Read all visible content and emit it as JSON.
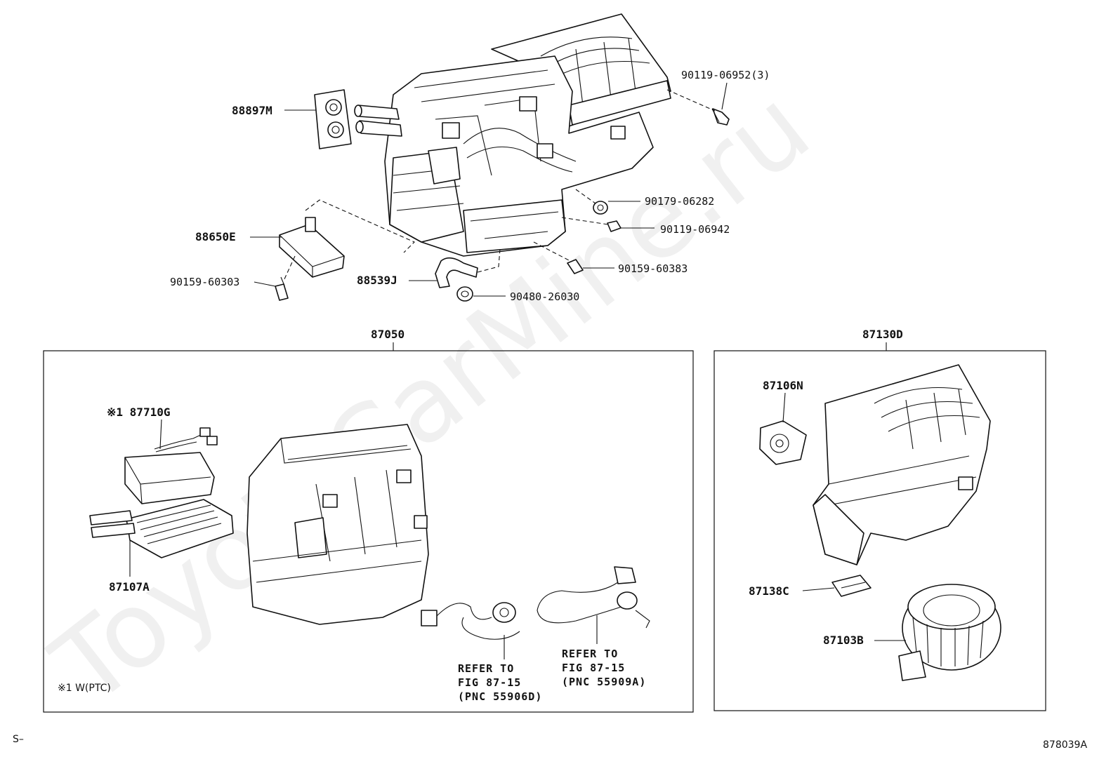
{
  "watermark": "ToyotaCarMine.ru",
  "top_labels": {
    "p88897M": "88897M",
    "p90119_06952": "90119-06952(3)",
    "p90179_06282": "90179-06282",
    "p90119_06942": "90119-06942",
    "p88650E": "88650E",
    "p90159_60383": "90159-60383",
    "p90159_60303": "90159-60303",
    "p88539J": "88539J",
    "p90480_26030": "90480-26030"
  },
  "group_a": {
    "label": "87050",
    "p87710G": "※1 87710G",
    "p87107A": "87107A",
    "note": "※1 W(PTC)",
    "ref1": [
      "REFER TO",
      "FIG 87-15",
      "(PNC 55906D)"
    ],
    "ref2": [
      "REFER TO",
      "FIG 87-15",
      "(PNC 55909A)"
    ]
  },
  "group_b": {
    "label": "87130D",
    "p87106N": "87106N",
    "p87138C": "87138C",
    "p87103B": "87103B"
  },
  "footer": {
    "left": "S–",
    "right": "878039A"
  }
}
